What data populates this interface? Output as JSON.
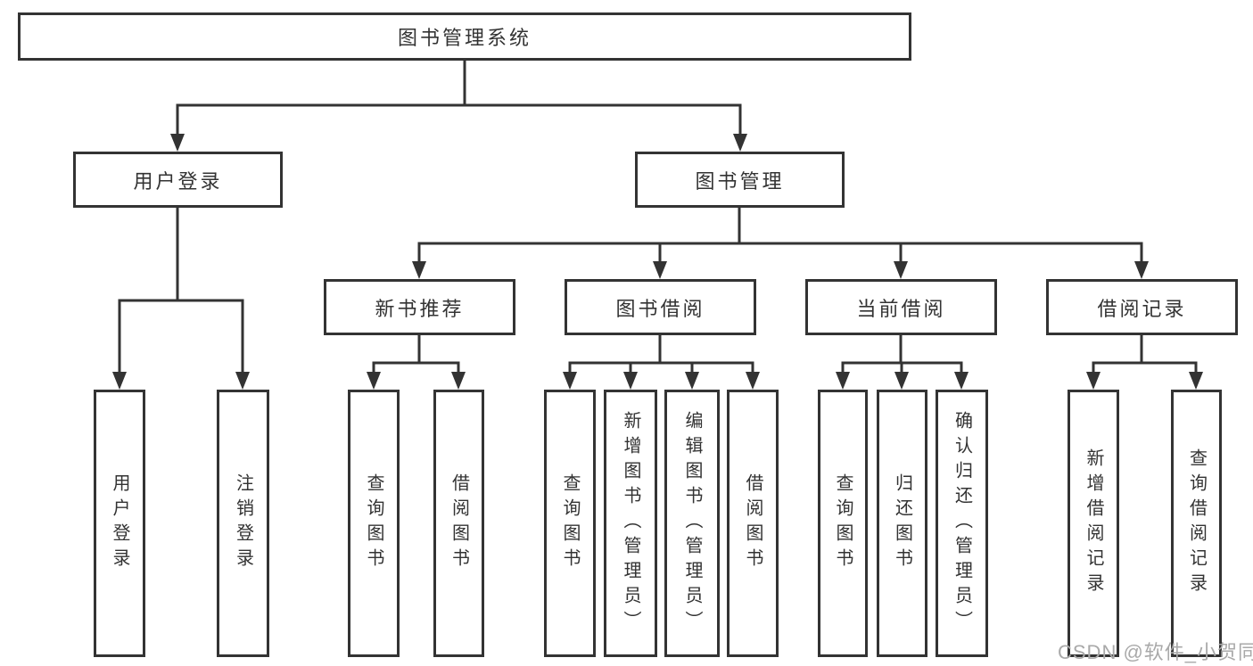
{
  "tree": {
    "root": "图书管理系统",
    "branches": [
      {
        "label": "用户登录",
        "children": [
          "用户登录",
          "注销登录"
        ]
      },
      {
        "label": "图书管理",
        "groups": [
          {
            "label": "新书推荐",
            "children": [
              "查询图书",
              "借阅图书"
            ]
          },
          {
            "label": "图书借阅",
            "children": [
              "查询图书",
              "新增图书（管理员）",
              "编辑图书（管理员）",
              "借阅图书"
            ]
          },
          {
            "label": "当前借阅",
            "children": [
              "查询图书",
              "归还图书",
              "确认归还（管理员）"
            ]
          },
          {
            "label": "借阅记录",
            "children": [
              "新增借阅记录",
              "查询借阅记录"
            ]
          }
        ]
      }
    ]
  },
  "watermark": "CSDN @软件_小贺同学",
  "colors": {
    "line": "#333333",
    "text": "#333333",
    "background": "#ffffff",
    "watermark": "#a9a9a9"
  }
}
